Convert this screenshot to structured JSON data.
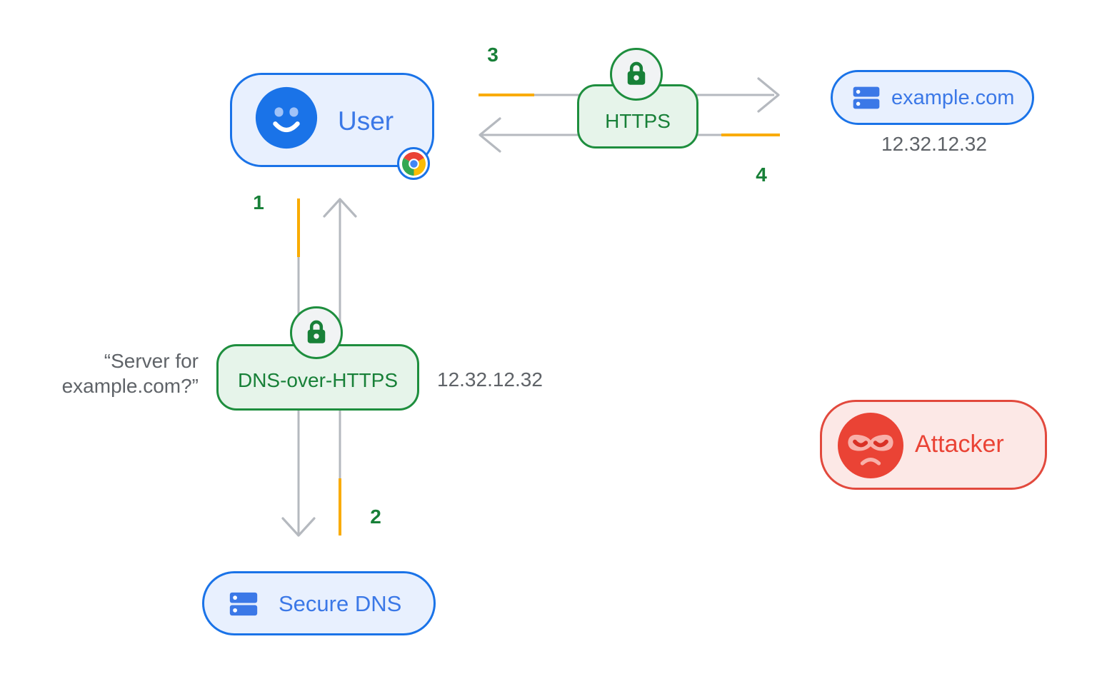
{
  "diagram": {
    "nodes": {
      "user": {
        "label": "User"
      },
      "https": {
        "label": "HTTPS"
      },
      "example_com": {
        "label": "example.com",
        "ip": "12.32.12.32"
      },
      "dns_over_https": {
        "label": "DNS-over-HTTPS",
        "ip": "12.32.12.32",
        "query_line1": "“Server for",
        "query_line2": "example.com?”"
      },
      "secure_dns": {
        "label": "Secure DNS"
      },
      "attacker": {
        "label": "Attacker"
      }
    },
    "step_labels": {
      "step1": "1",
      "step2": "2",
      "step3": "3",
      "step4": "4"
    },
    "icons": {
      "user_avatar": "smiley-face-icon",
      "user_browser": "chrome-icon",
      "https_lock": "lock-icon",
      "doh_lock": "lock-icon",
      "example_server": "server-icon",
      "secure_dns_server": "server-icon",
      "attacker_face": "attacker-mask-icon"
    },
    "colors": {
      "blue_border": "#1a73e8",
      "blue_fill": "#e8f0fe",
      "blue_text": "#3b78e7",
      "green_border": "#1e8e3e",
      "green_fill": "#e6f4ea",
      "green_text": "#188038",
      "red_border": "#e2493d",
      "red_fill": "#fce8e6",
      "red_text": "#ea4335",
      "gray_text": "#5f6368",
      "arrow_gray": "#b5b9bf",
      "arrow_orange": "#f9ab00",
      "lock_badge_fill": "#f1f3f4"
    }
  }
}
